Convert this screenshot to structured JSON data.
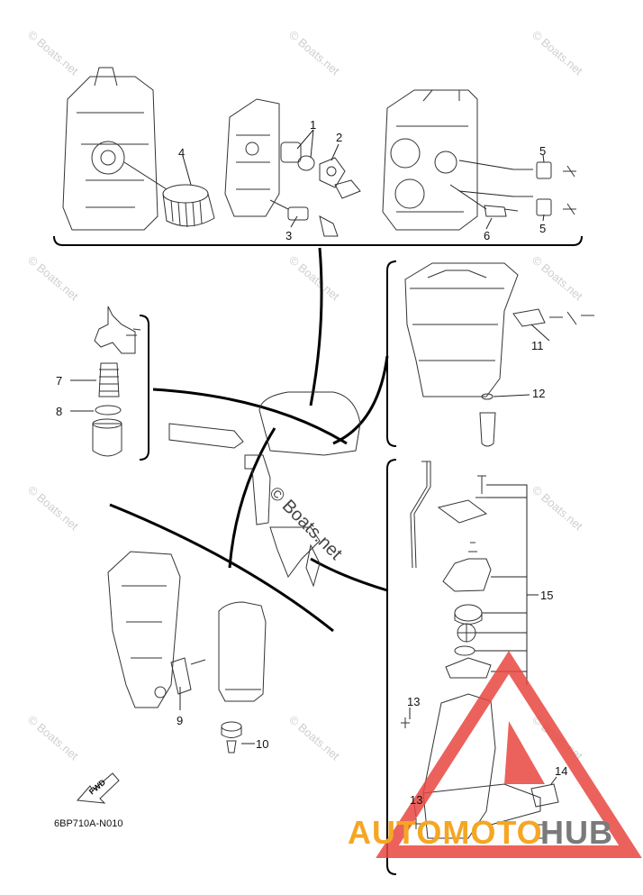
{
  "callouts": {
    "c1": "1",
    "c2": "2",
    "c3": "3",
    "c4": "4",
    "c5a": "5",
    "c5b": "5",
    "c6": "6",
    "c7": "7",
    "c8": "8",
    "c9": "9",
    "c10": "10",
    "c11": "11",
    "c12": "12",
    "c13a": "13",
    "c13b": "13",
    "c14": "14",
    "c15": "15"
  },
  "watermark": "© Boats.net",
  "center_watermark": "© Boats.net",
  "fwd_label": "FWD",
  "figure_code": "6BP710A-N010",
  "logo": {
    "left": "AUTOMOTO",
    "right": "HUB",
    "left_color": "#f5a623",
    "right_color": "#7a7a7a",
    "triangle_color": "#e8473f"
  }
}
